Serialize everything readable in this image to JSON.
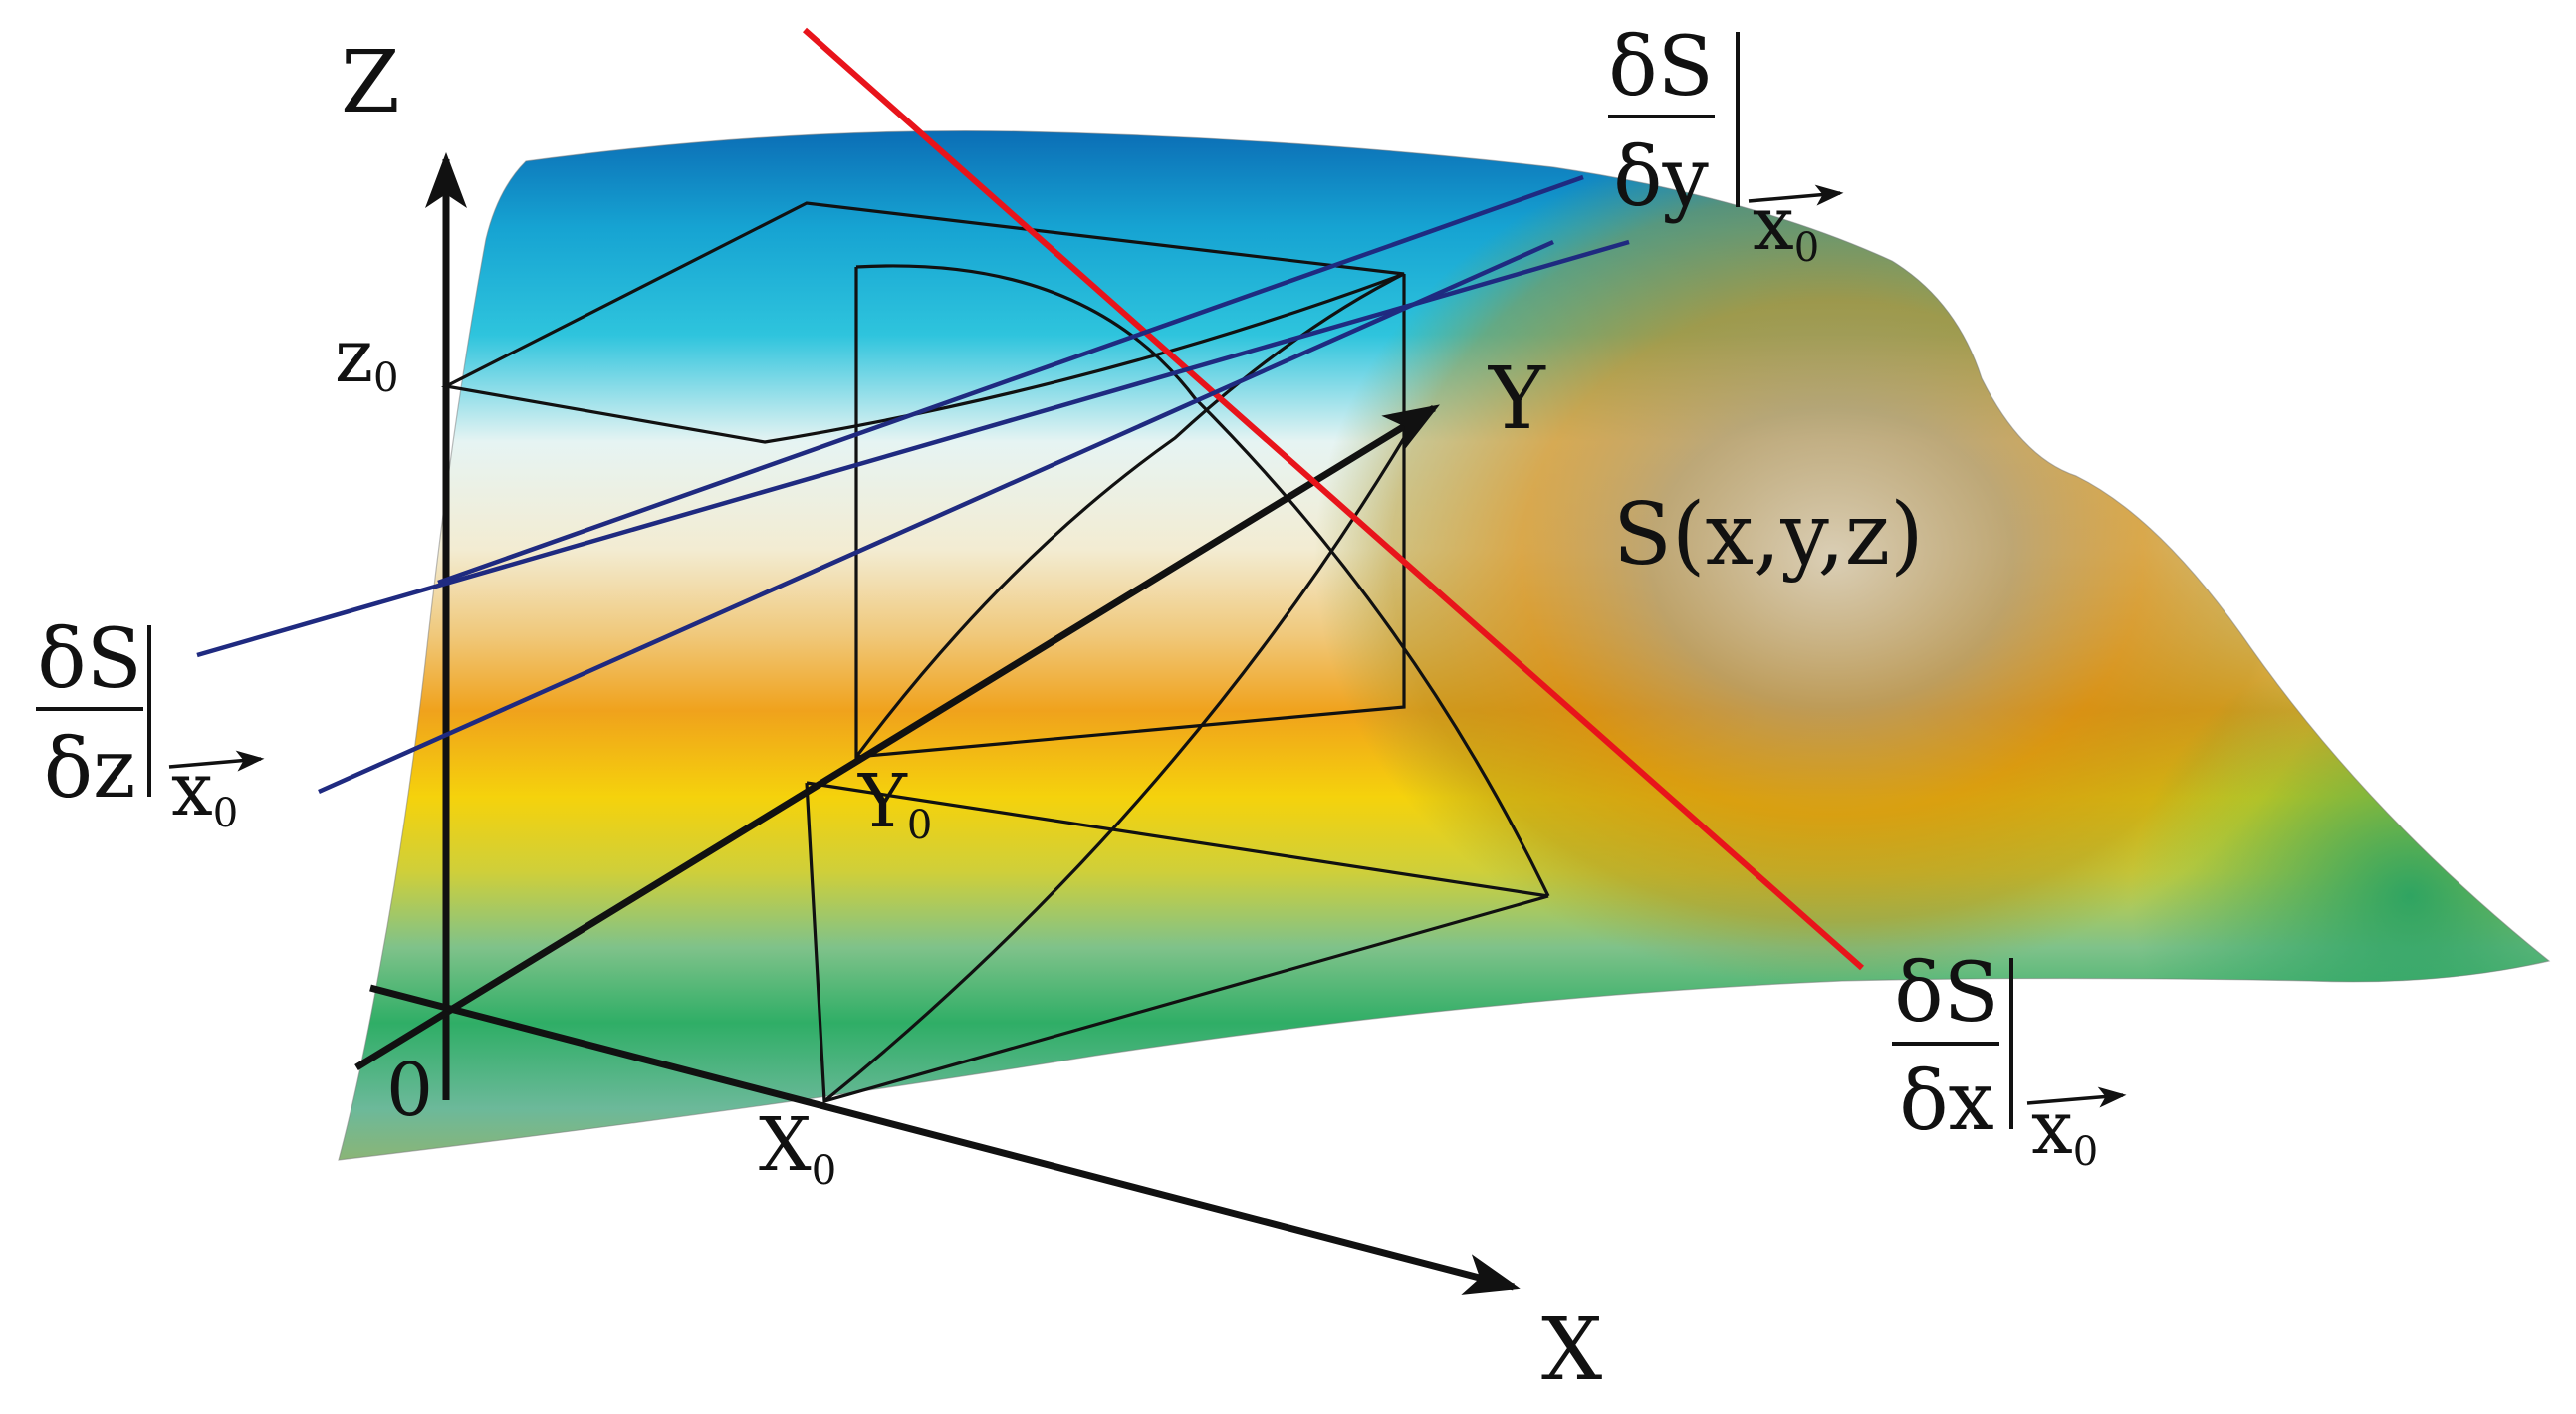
{
  "labels": {
    "z_axis": "Z",
    "y_axis": "Y",
    "x_axis": "X",
    "origin": "0",
    "z0_base": "z",
    "z0_sub": "0",
    "y0_base": "Y",
    "y0_sub": "0",
    "x0_base": "X",
    "x0_sub": "0",
    "surface": "S(x,y,z)"
  },
  "derivatives": {
    "dy": {
      "numerator": "δS",
      "denominator": "δy",
      "vector_base": "x",
      "vector_sub": "0"
    },
    "dz": {
      "numerator": "δS",
      "denominator": "δz",
      "vector_base": "x",
      "vector_sub": "0"
    },
    "dx": {
      "numerator": "δS",
      "denominator": "δx",
      "vector_base": "x",
      "vector_sub": "0"
    }
  },
  "colors": {
    "tangent_x": "#e8141b",
    "tangent_yz": "#1f2a80",
    "axes": "#111111",
    "surface_blue": "#0a6fb8",
    "surface_cyan": "#20c0dc",
    "surface_cream": "#f3ecd2",
    "surface_orange": "#f0a21c",
    "surface_yellow": "#f5d20c",
    "surface_green": "#2fae66",
    "surface_brown": "#8a6e2c"
  }
}
